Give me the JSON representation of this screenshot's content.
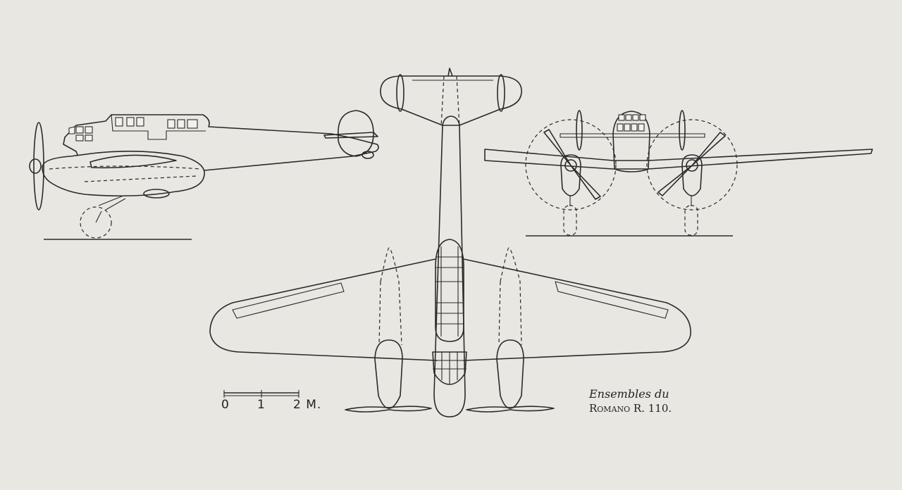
{
  "caption": {
    "line1": "Ensembles du",
    "line2": "Romano R. 110."
  },
  "scale": {
    "label_0": "0",
    "label_1": "1",
    "label_2": "2 M."
  },
  "views": {
    "side": "side-view",
    "top": "top-view",
    "front": "front-view"
  }
}
